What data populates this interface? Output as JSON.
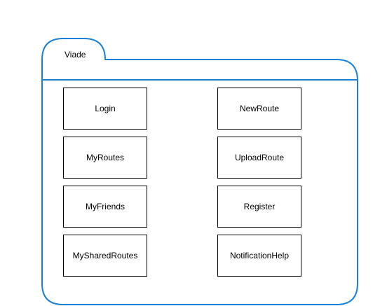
{
  "package": {
    "title": "Viade",
    "border_color": "#1a7fd6"
  },
  "components": {
    "left": [
      "Login",
      "MyRoutes",
      "MyFriends",
      "MySharedRoutes"
    ],
    "right": [
      "NewRoute",
      "UploadRoute",
      "Register",
      "NotificationHelp"
    ]
  }
}
